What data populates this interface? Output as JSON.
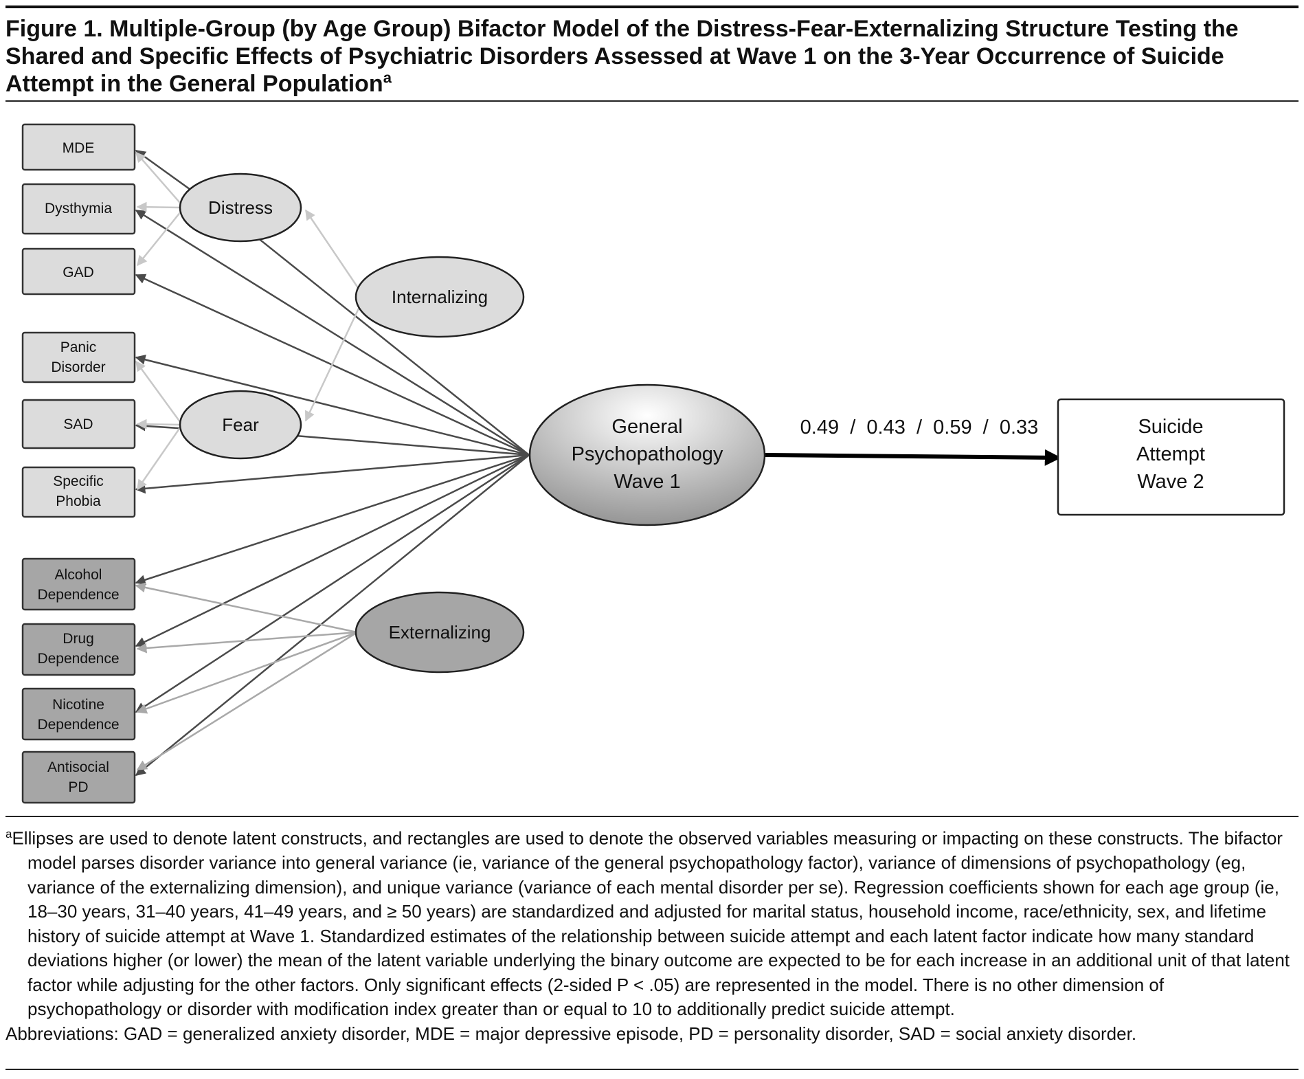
{
  "title": {
    "text": "Figure 1. Multiple-Group (by Age Group) Bifactor Model of the Distress-Fear-Externalizing Structure Testing the Shared and Specific Effects of Psychiatric Disorders Assessed at Wave 1 on the 3-Year Occurrence of Suicide Attempt in the General Population",
    "marker": "a"
  },
  "diagram": {
    "observed": {
      "distress_group": [
        {
          "id": "mde",
          "lines": [
            "MDE"
          ]
        },
        {
          "id": "dysthymia",
          "lines": [
            "Dysthymia"
          ]
        },
        {
          "id": "gad",
          "lines": [
            "GAD"
          ]
        }
      ],
      "fear_group": [
        {
          "id": "panic",
          "lines": [
            "Panic",
            "Disorder"
          ]
        },
        {
          "id": "sad",
          "lines": [
            "SAD"
          ]
        },
        {
          "id": "phobia",
          "lines": [
            "Specific",
            "Phobia"
          ]
        }
      ],
      "externalizing_group": [
        {
          "id": "alcohol",
          "lines": [
            "Alcohol",
            "Dependence"
          ]
        },
        {
          "id": "drug",
          "lines": [
            "Drug",
            "Dependence"
          ]
        },
        {
          "id": "nicotine",
          "lines": [
            "Nicotine",
            "Dependence"
          ]
        },
        {
          "id": "antisocial",
          "lines": [
            "Antisocial",
            "PD"
          ]
        }
      ]
    },
    "latent": {
      "distress": "Distress",
      "internalizing": "Internalizing",
      "fear": "Fear",
      "externalizing": "Externalizing",
      "general": [
        "General",
        "Psychopathology",
        "Wave 1"
      ]
    },
    "outcome": [
      "Suicide",
      "Attempt",
      "Wave 2"
    ],
    "path_coefficients": "0.49  /  0.43  /  0.59  /  0.33",
    "colors": {
      "light_fill": "#dcdcdc",
      "dark_fill": "#a6a6a6",
      "general_gradient": [
        "#ffffff",
        "#8c8c8c"
      ],
      "general_arrow": "#4a4a4a",
      "distress_fear_arrow": "#c8c8c8",
      "externalizing_arrow": "#a9a9a9"
    }
  },
  "footnote": {
    "marker": "a",
    "text": "Ellipses are used to denote latent constructs, and rectangles are used to denote the observed variables measuring or impacting on these constructs. The bifactor model parses disorder variance into general variance (ie, variance of the general psychopathology factor), variance of dimensions of psychopathology (eg, variance of the externalizing dimension), and unique variance (variance of each mental disorder per se). Regression coefficients shown for each age group (ie, 18–30 years, 31–40 years, 41–49 years, and ≥ 50 years) are standardized and adjusted for marital status, household income, race/ethnicity, sex, and lifetime history of suicide attempt at Wave 1. Standardized estimates of the relationship between suicide attempt and each latent factor indicate how many standard deviations higher (or lower) the mean of the latent variable underlying the binary outcome are expected to be for each increase in an additional unit of that latent factor while adjusting for the other factors. Only significant effects (2-sided P < .05) are represented in the model. There is no other dimension of psychopathology or disorder with modification index greater than or equal to 10 to additionally predict suicide attempt.",
    "abbreviations": "Abbreviations: GAD = generalized anxiety disorder, MDE = major depressive episode, PD = personality disorder, SAD = social anxiety disorder."
  }
}
